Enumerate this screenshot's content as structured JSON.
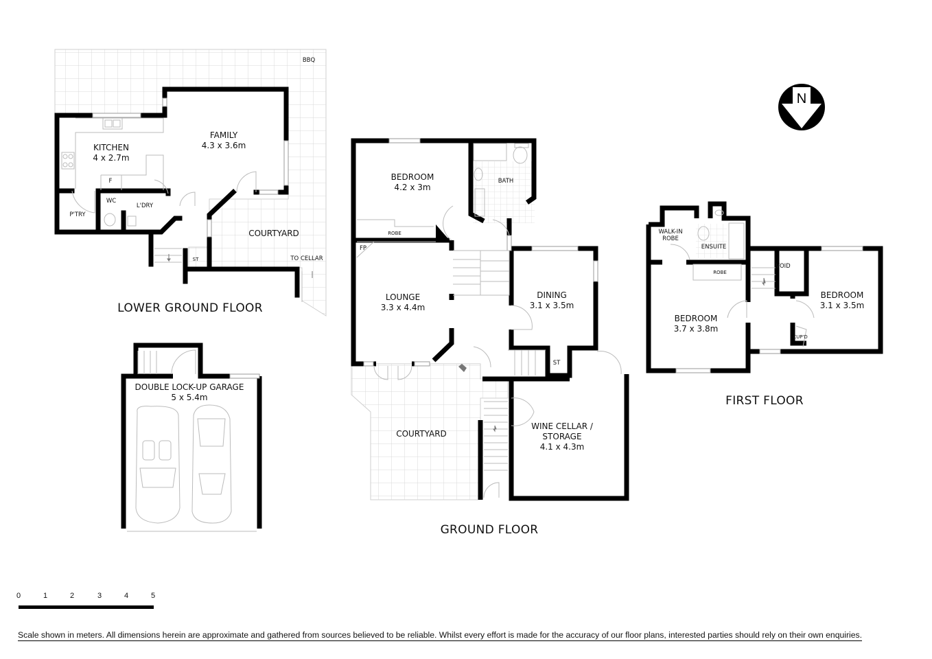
{
  "floors": {
    "lower_ground": {
      "title": "LOWER GROUND FLOOR",
      "rooms": {
        "kitchen": {
          "name": "KITCHEN",
          "dims": "4 x 2.7m"
        },
        "family": {
          "name": "FAMILY",
          "dims": "4.3 x 3.6m"
        },
        "pantry": {
          "name": "P'TRY"
        },
        "wc": {
          "name": "WC"
        },
        "laundry": {
          "name": "L'DRY"
        },
        "fridge": {
          "name": "F"
        },
        "storage": {
          "name": "ST"
        },
        "courtyard": {
          "name": "COURTYARD"
        },
        "bbq": {
          "name": "BBQ"
        },
        "to_cellar": {
          "name": "TO CELLAR"
        }
      }
    },
    "garage": {
      "rooms": {
        "garage": {
          "name": "DOUBLE LOCK-UP GARAGE",
          "dims": "5 x 5.4m"
        }
      }
    },
    "ground": {
      "title": "GROUND FLOOR",
      "rooms": {
        "bedroom": {
          "name": "BEDROOM",
          "dims": "4.2 x 3m"
        },
        "bath": {
          "name": "BATH"
        },
        "robe": {
          "name": "ROBE"
        },
        "fireplace": {
          "name": "FP"
        },
        "lounge": {
          "name": "LOUNGE",
          "dims": "3.3 x 4.4m"
        },
        "dining": {
          "name": "DINING",
          "dims": "3.1 x 3.5m"
        },
        "storage": {
          "name": "ST"
        },
        "courtyard": {
          "name": "COURTYARD"
        },
        "wine_cellar": {
          "name": "WINE CELLAR /",
          "name2": "STORAGE",
          "dims": "4.1 x 4.3m"
        }
      }
    },
    "first": {
      "title": "FIRST FLOOR",
      "rooms": {
        "walk_in_robe": {
          "name": "WALK-IN",
          "name2": "ROBE"
        },
        "ensuite": {
          "name": "ENSUITE"
        },
        "robe": {
          "name": "ROBE"
        },
        "void": {
          "name": "VOID"
        },
        "bedroom_main": {
          "name": "BEDROOM",
          "dims": "3.7 x 3.8m"
        },
        "bedroom_2": {
          "name": "BEDROOM",
          "dims": "3.1 x 3.5m"
        },
        "cupboard": {
          "name": "CUP'D"
        }
      }
    }
  },
  "compass": {
    "label": "N"
  },
  "scale": {
    "ticks": [
      "0",
      "1",
      "2",
      "3",
      "4",
      "5"
    ],
    "unit": "meters"
  },
  "disclaimer": "Scale shown in meters. All dimensions herein are approximate and gathered from sources believed to be  reliable. Whilst every effort is made for the accuracy of our floor plans, interested parties should rely on their own enquiries."
}
